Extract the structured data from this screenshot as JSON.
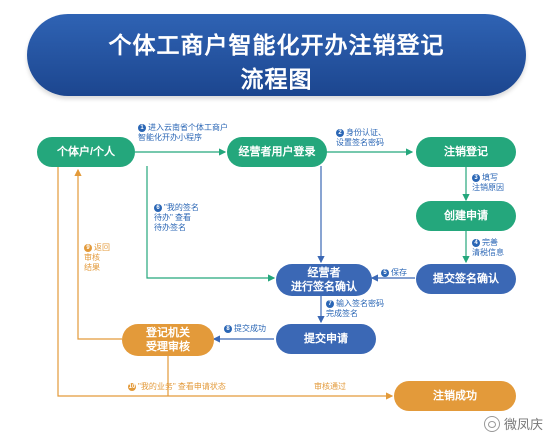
{
  "title_line1": "个体工商户智能化开办注销登记",
  "title_line2": "流程图",
  "nodes": {
    "person": "个体户/个人",
    "login": "经营者用户登录",
    "cancel_reg": "注销登记",
    "create_app": "创建申请",
    "submit_sign": "提交签名确认",
    "operator_sign": "经营者\n进行签名确认",
    "submit_app": "提交申请",
    "agency_review": "登记机关\n受理审核",
    "success": "注销成功"
  },
  "steps": [
    {
      "num": "1",
      "text": "进入云南省个体工商户\n智能化开办小程序"
    },
    {
      "num": "2",
      "text": "身份认证、\n设置签名密码"
    },
    {
      "num": "3",
      "text": "填写\n注销原因"
    },
    {
      "num": "4",
      "text": "完善\n清税信息"
    },
    {
      "num": "5",
      "text": "保存"
    },
    {
      "num": "6",
      "text": "\"我的签名\n待办\" 查看\n待办签名"
    },
    {
      "num": "7",
      "text": "输入签名密码\n完成签名"
    },
    {
      "num": "8",
      "text": "提交成功"
    },
    {
      "num": "9",
      "text": "返回\n审核\n结果"
    },
    {
      "num": "10",
      "text": "\"我的业务\" 查看申请状态"
    }
  ],
  "review_passed": "审核通过",
  "watermark": "微凤庆",
  "colors": {
    "green": "#24a77c",
    "blue": "#3b68b5",
    "orange": "#e39a3a",
    "banner": "#2f63b4"
  }
}
